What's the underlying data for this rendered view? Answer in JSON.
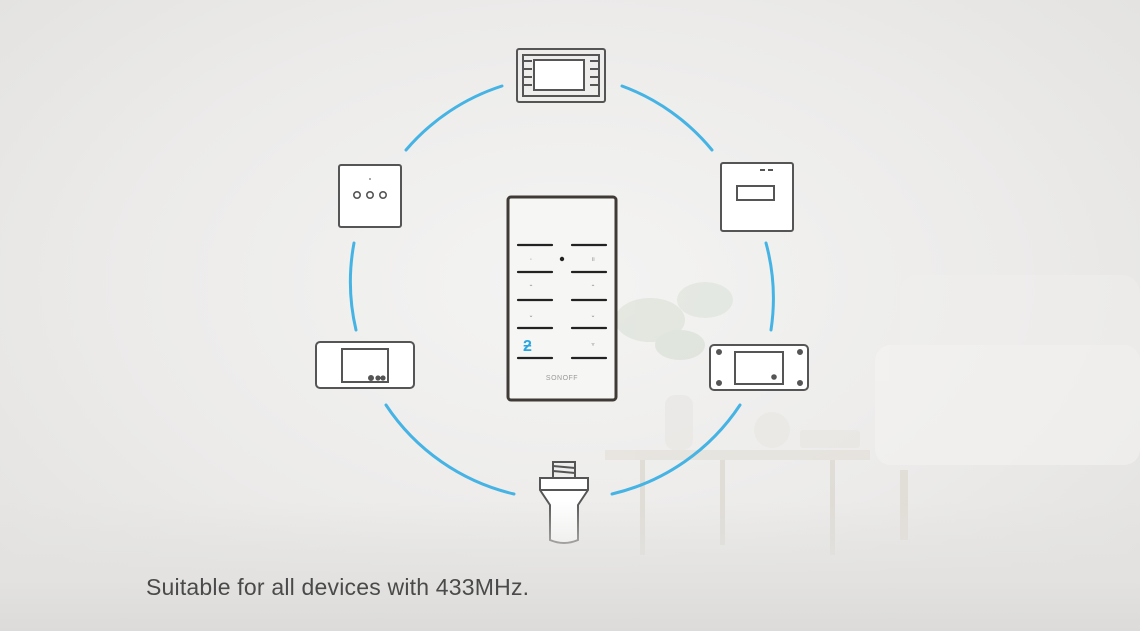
{
  "caption": "Suitable for all devices with 433MHz.",
  "remote": {
    "brand": "SONOFF"
  },
  "colors": {
    "ring": "#45b3e3",
    "device_stroke": "#555555",
    "accent_icon": "#2aa7e0"
  },
  "devices": [
    {
      "name": "relay-module-top"
    },
    {
      "name": "wall-switch-box"
    },
    {
      "name": "inline-switch-right"
    },
    {
      "name": "lamp-socket-adapter"
    },
    {
      "name": "inline-switch-left"
    },
    {
      "name": "wall-touch-switch-3gang"
    }
  ]
}
